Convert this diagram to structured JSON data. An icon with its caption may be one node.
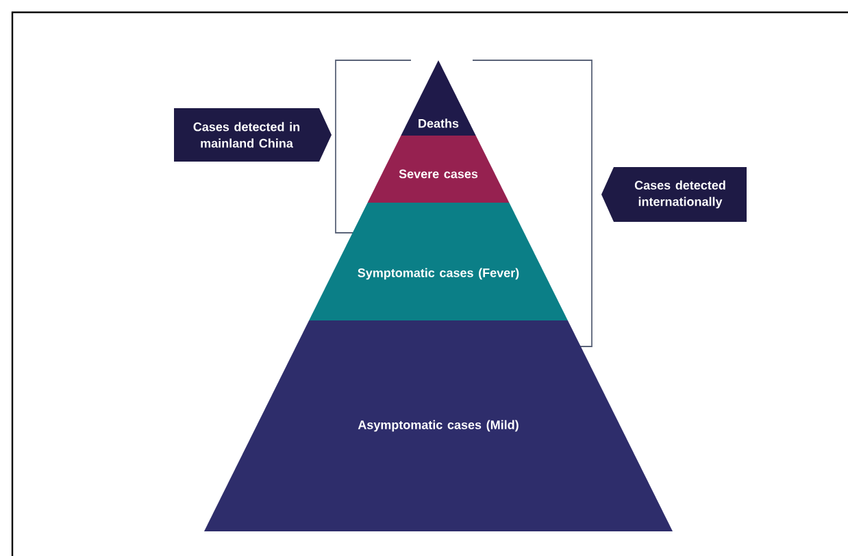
{
  "diagram": {
    "nodes": [
      {
        "text": [
          "Deaths"
        ]
      },
      {
        "text": [
          "Severe cases"
        ]
      },
      {
        "text": [
          "Symptomatic cases (Fever)"
        ]
      },
      {
        "text": [
          "Asymptomatic cases (Mild)"
        ]
      },
      {
        "text": [
          "Cases detected in mainland China"
        ]
      },
      {
        "text": [
          "Cases detected internationally"
        ]
      }
    ]
  }
}
